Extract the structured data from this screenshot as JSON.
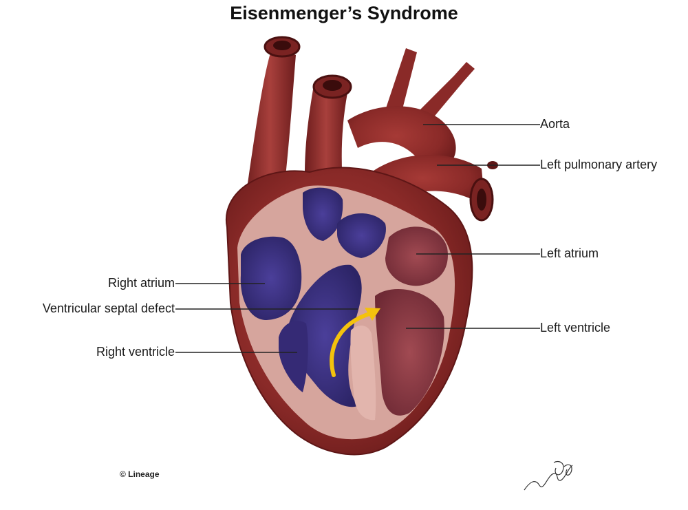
{
  "title": "Eisenmenger’s Syndrome",
  "labels": {
    "aorta": "Aorta",
    "left_pulmonary_artery": "Left pulmonary artery",
    "left_atrium": "Left atrium",
    "left_ventricle": "Left ventricle",
    "right_atrium": "Right atrium",
    "ventricular_septal_defect": "Ventricular septal defect",
    "right_ventricle": "Right ventricle"
  },
  "copyright": "© Lineage",
  "colors": {
    "muscle": "#8a2a28",
    "muscle_dark": "#5e1616",
    "septum": "#d8a8a0",
    "deoxygenated": "#3c2f7e",
    "oxygenated": "#8f3a45",
    "shunt_arrow": "#f4c20d",
    "leader": "#222222"
  }
}
